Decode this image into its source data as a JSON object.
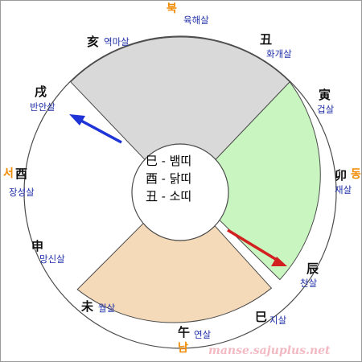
{
  "directions": {
    "north": "북",
    "east": "동",
    "south": "남",
    "west": "서"
  },
  "branches": {
    "hae": {
      "hanja": "亥",
      "sal": "역마살"
    },
    "chuk": {
      "hanja": "丑",
      "sal": "화개살"
    },
    "in": {
      "hanja": "寅",
      "sal": "겁살"
    },
    "myo": {
      "hanja": "卯",
      "sal": "재살"
    },
    "jin": {
      "hanja": "辰",
      "sal": "천살"
    },
    "sa": {
      "hanja": "巳",
      "sal": "지살"
    },
    "o": {
      "hanja": "午",
      "sal": "연살"
    },
    "mi": {
      "hanja": "未",
      "sal": "월살"
    },
    "sin": {
      "hanja": "申",
      "sal": "망신살"
    },
    "yu": {
      "hanja": "酉",
      "sal": "장성살"
    },
    "sul": {
      "hanja": "戌",
      "sal": "반안살"
    },
    "ja": {
      "sal": "육해살"
    }
  },
  "center": {
    "line1": "巳 - 뱀띠",
    "line2": "酉 - 닭띠",
    "line3": "丑 - 소띠"
  },
  "watermark": "manse.sajuplus.net",
  "colors": {
    "grey_sector": "#d9d9d9",
    "green_sector": "#c9f6c0",
    "peach_sector": "#f4dab8",
    "ring_border": "#4a4a4a",
    "blue_arrow": "#1f34d6",
    "red_arrow": "#d21f1f"
  }
}
